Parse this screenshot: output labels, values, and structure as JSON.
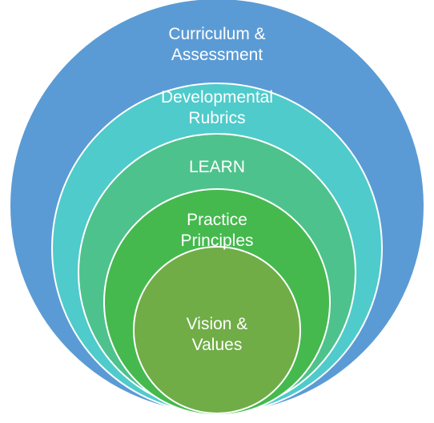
{
  "diagram": {
    "rings": [
      {
        "id": "curriculum",
        "label": "Curriculum &\nAssessment",
        "color": "#5B9BD5"
      },
      {
        "id": "rubrics",
        "label": "Developmental\nRubrics",
        "color": "#4FCBCB"
      },
      {
        "id": "learn",
        "label": "LEARN",
        "color": "#4EC28C"
      },
      {
        "id": "practice",
        "label": "Practice\nPrinciples",
        "color": "#45B94E"
      },
      {
        "id": "vision",
        "label": "Vision &\nValues",
        "color": "#70AD47"
      }
    ]
  }
}
